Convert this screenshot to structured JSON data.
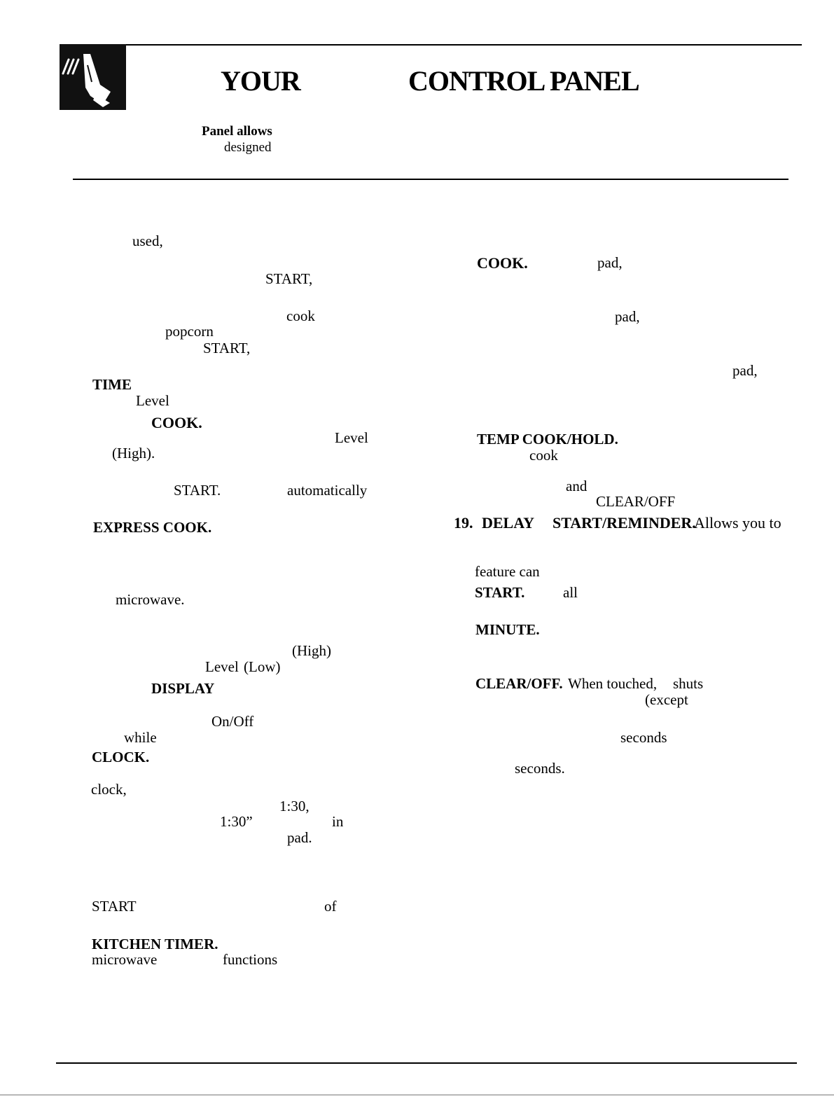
{
  "header": {
    "title_left": "YOUR",
    "title_right": "CONTROL PANEL",
    "intro_line1": "Panel allows",
    "intro_line2": "designed",
    "logo_icon": "hand-pressing-pad-icon",
    "rule_color": "#000000"
  },
  "left_column": [
    {
      "text": "used,"
    },
    {
      "text": "START,"
    },
    {
      "text": "cook"
    },
    {
      "text": "popcorn"
    },
    {
      "text": "START,"
    },
    {
      "text": "TIME"
    },
    {
      "text": "Level"
    },
    {
      "text": "COOK."
    },
    {
      "text": "Level"
    },
    {
      "text": "(High)."
    },
    {
      "text": "START."
    },
    {
      "text": "automatically"
    },
    {
      "text": "EXPRESS COOK."
    },
    {
      "text": "microwave."
    },
    {
      "text": "(High)"
    },
    {
      "text": "Level"
    },
    {
      "text": "(Low)"
    },
    {
      "text": "DISPLAY"
    },
    {
      "text": "On/Off"
    },
    {
      "text": "while"
    },
    {
      "text": "CLOCK."
    },
    {
      "text": "clock,"
    },
    {
      "text": "1:30,"
    },
    {
      "text": "1:30”"
    },
    {
      "text": "in"
    },
    {
      "text": "pad."
    },
    {
      "text": "START"
    },
    {
      "text": "of"
    },
    {
      "text": "KITCHEN TIMER."
    },
    {
      "text": "microwave"
    },
    {
      "text": "functions"
    }
  ],
  "right_column": [
    {
      "text": "COOK."
    },
    {
      "text": "pad,"
    },
    {
      "text": "pad,"
    },
    {
      "text": "pad,"
    },
    {
      "text": "TEMP COOK/HOLD."
    },
    {
      "text": "cook"
    },
    {
      "text": "and"
    },
    {
      "text": "CLEAR/OFF"
    },
    {
      "text": "19."
    },
    {
      "text": "DELAY"
    },
    {
      "text": "START/REMINDER."
    },
    {
      "text": "Allows you to"
    },
    {
      "text": "feature can"
    },
    {
      "text": "START."
    },
    {
      "text": "all"
    },
    {
      "text": "MINUTE."
    },
    {
      "text": "CLEAR/OFF."
    },
    {
      "text": "When touched,"
    },
    {
      "text": "shuts"
    },
    {
      "text": "(except"
    },
    {
      "text": "seconds"
    },
    {
      "text": "seconds."
    }
  ]
}
